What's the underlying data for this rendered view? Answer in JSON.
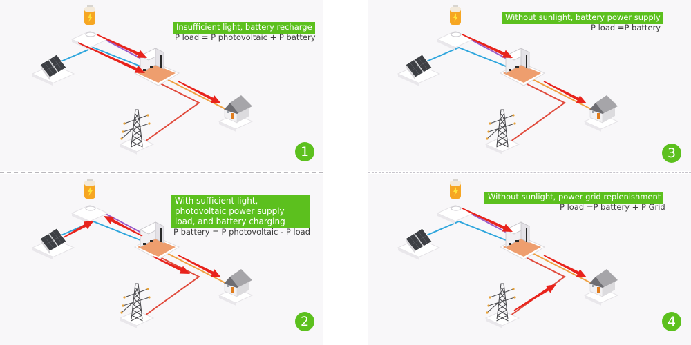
{
  "title": "Hybrid solar inverter operating modes",
  "colors": {
    "accent_green": "#5cc01e",
    "arrow_red": "#e8231c",
    "pv_wire_blue": "#2fa6dd",
    "battery_wire_purple": "#9a5cc8",
    "load_wire_orange": "#f0a040",
    "grid_wire_red": "#e04a3c"
  },
  "panels": [
    {
      "step": "1",
      "heading": "Insufficient light, battery recharge",
      "formula": "P load = P photovoltaic + P battery",
      "flows": [
        "pv-to-inverter",
        "battery-to-inverter",
        "inverter-to-house"
      ]
    },
    {
      "step": "2",
      "heading": "With sufficient light, photovoltaic power supply load, and battery charging",
      "formula": "P battery = P photovoltaic - P load",
      "flows": [
        "pv-to-battery-junction",
        "inverter-to-battery",
        "inverter-to-house",
        "inverter-to-grid"
      ]
    },
    {
      "step": "3",
      "heading": "Without sunlight, battery power supply",
      "formula": "P load =P battery",
      "flows": [
        "battery-to-inverter",
        "inverter-to-house"
      ]
    },
    {
      "step": "4",
      "heading": "Without sunlight, power grid replenishment",
      "formula": "P load =P battery + P Grid",
      "flows": [
        "battery-to-inverter",
        "inverter-to-house",
        "grid-to-inverter"
      ]
    }
  ],
  "components": {
    "battery": "battery-icon",
    "solar": "solar-panel-icon",
    "inverter": "inverter-icon",
    "house": "house-icon",
    "grid": "power-tower-icon"
  }
}
